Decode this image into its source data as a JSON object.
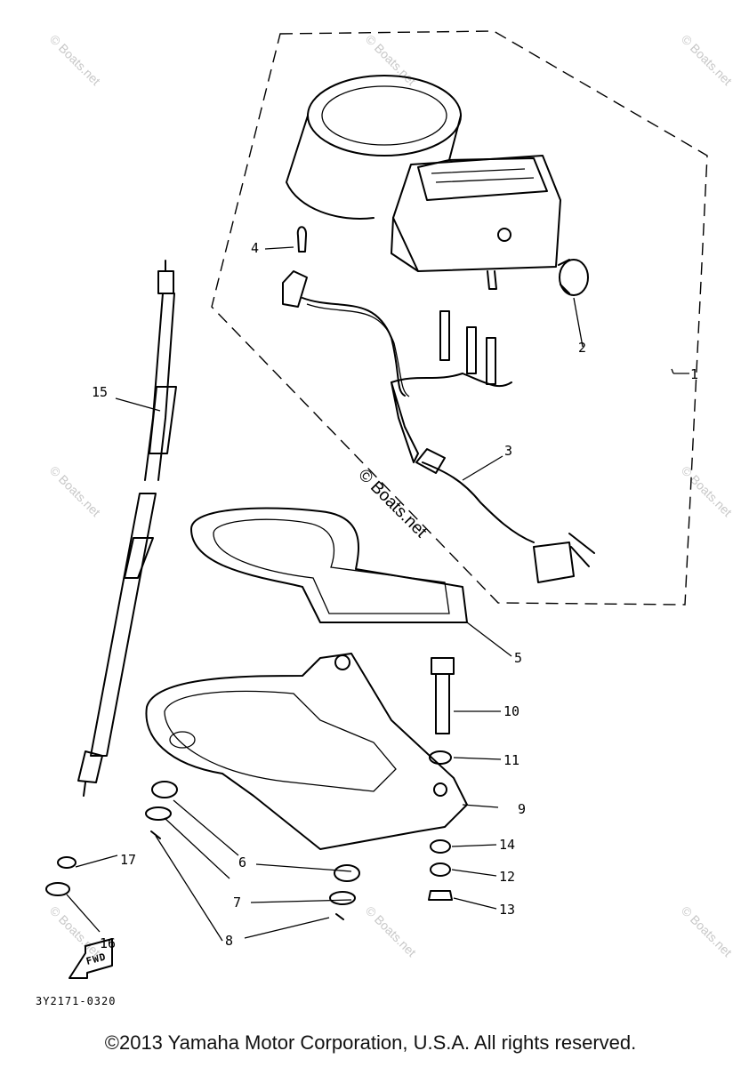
{
  "diagram": {
    "callouts": [
      {
        "id": "1",
        "label": "1"
      },
      {
        "id": "2",
        "label": "2"
      },
      {
        "id": "3",
        "label": "3"
      },
      {
        "id": "4",
        "label": "4"
      },
      {
        "id": "5",
        "label": "5"
      },
      {
        "id": "6",
        "label": "6"
      },
      {
        "id": "7",
        "label": "7"
      },
      {
        "id": "8",
        "label": "8"
      },
      {
        "id": "9",
        "label": "9"
      },
      {
        "id": "10",
        "label": "10"
      },
      {
        "id": "11",
        "label": "11"
      },
      {
        "id": "12",
        "label": "12"
      },
      {
        "id": "13",
        "label": "13"
      },
      {
        "id": "14",
        "label": "14"
      },
      {
        "id": "15",
        "label": "15"
      },
      {
        "id": "16",
        "label": "16"
      },
      {
        "id": "17",
        "label": "17"
      }
    ],
    "fwd_label": "FWD",
    "drawing_code": "3Y2171-0320",
    "watermark_center": "© Boats.net",
    "watermark_corner": "© Boats.net"
  },
  "footer": {
    "copyright": "©2013 Yamaha Motor Corporation, U.S.A. All rights reserved."
  }
}
